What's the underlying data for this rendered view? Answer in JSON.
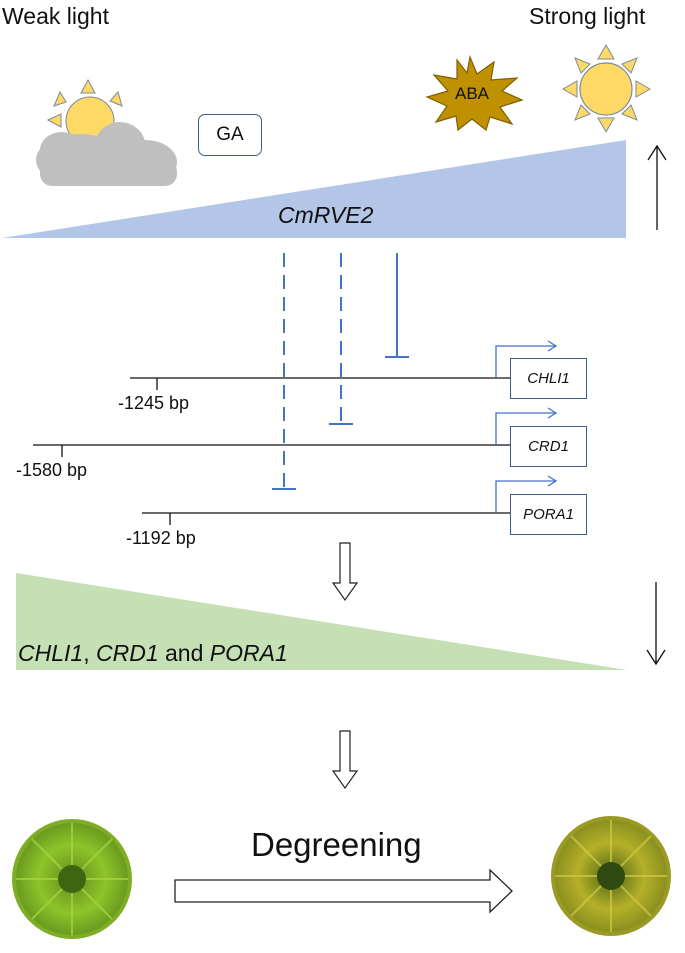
{
  "light": {
    "weak": "Weak light",
    "strong": "Strong light"
  },
  "hormones": {
    "ga": "GA",
    "aba": "ABA"
  },
  "regulator": {
    "name": "CmRVE2"
  },
  "promoters": [
    {
      "gene": "CHLI1",
      "position": "-1245 bp"
    },
    {
      "gene": "CRD1",
      "position": "-1580 bp"
    },
    {
      "gene": "PORA1",
      "position": "-1192 bp"
    }
  ],
  "targets": {
    "gene1": "CHLI1",
    "sep": ", ",
    "gene2": "CRD1",
    "and": " and ",
    "gene3": "PORA1"
  },
  "outcome": {
    "label": "Degreening"
  },
  "colors": {
    "regulator_wedge": "#b4c6e7",
    "targets_wedge": "#c5e0b4",
    "repression_line": "#4472c4",
    "aba_burst": "#bf9000",
    "sun": "#ffd966",
    "sun_rays": "#f4b942",
    "cloud": "#bfbfbf"
  },
  "icons": [
    "sun-icon",
    "cloud-icon",
    "aba-burst-icon",
    "up-arrow-icon",
    "down-arrow-icon",
    "flower-image"
  ]
}
